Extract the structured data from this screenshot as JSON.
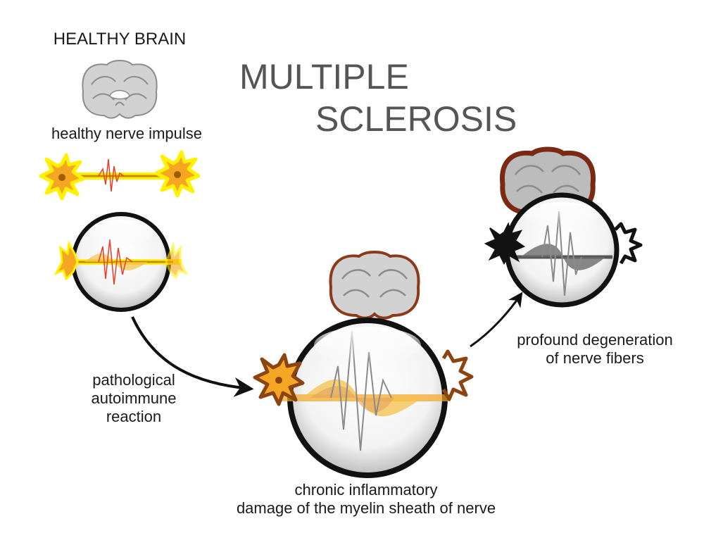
{
  "title": {
    "line1": "MULTIPLE",
    "line2": "SCLEROSIS"
  },
  "labels": {
    "healthy_brain": "HEALTHY BRAIN",
    "healthy_impulse": "healthy nerve impulse",
    "pathological": [
      "pathological",
      "autoimmune",
      "reaction"
    ],
    "chronic": [
      "chronic inflammatory",
      "damage of the myelin sheath of nerve"
    ],
    "profound": [
      "profound degeneration",
      "of nerve fibers"
    ]
  },
  "colors": {
    "title": "#555555",
    "healthy_neuron": "#f5a623",
    "healthy_glow": "#fff200",
    "inflamed_neuron": "#a0522d",
    "degenerated_neuron": "#111111",
    "brain_grey": "#cfcfcf",
    "brain_damage": "#8b3a1a",
    "impulse_red": "#e0402a"
  }
}
